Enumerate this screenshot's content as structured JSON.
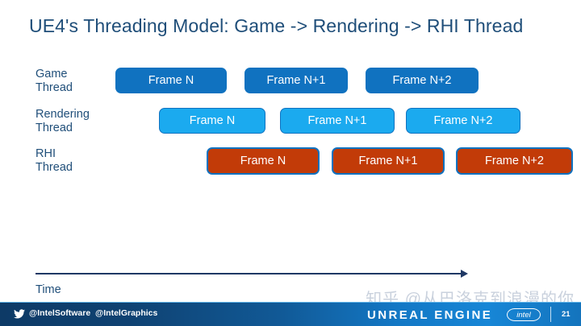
{
  "slide": {
    "title": "UE4's Threading Model: Game -> Rendering -> RHI Thread",
    "title_color": "#1F4E79",
    "background": "#ffffff"
  },
  "diagram": {
    "rows": [
      {
        "id": "game-thread",
        "label": "Game\nThread",
        "fill_color": "#1072C0",
        "border_color": "#1072C0",
        "boxes": [
          {
            "label": "Frame N"
          },
          {
            "label": "Frame N+1"
          },
          {
            "label": "Frame N+2"
          }
        ]
      },
      {
        "id": "rendering-thread",
        "label": "Rendering\nThread",
        "fill_color": "#1BAAEF",
        "border_color": "#1072C0",
        "boxes": [
          {
            "label": "Frame N"
          },
          {
            "label": "Frame N+1"
          },
          {
            "label": "Frame N+2"
          }
        ]
      },
      {
        "id": "rhi-thread",
        "label": "RHI\nThread",
        "fill_color": "#C23B08",
        "border_color": "#1072C0",
        "boxes": [
          {
            "label": "Frame N"
          },
          {
            "label": "Frame N+1"
          },
          {
            "label": "Frame N+2"
          }
        ]
      }
    ],
    "axis": {
      "label": "Time",
      "color": "#1F3864",
      "direction": "right"
    }
  },
  "watermark": {
    "text": "知乎 @从巴洛克到浪漫的你"
  },
  "footer": {
    "twitter_icon": "twitter-bird-icon",
    "handles": [
      "@IntelSoftware",
      "@IntelGraphics"
    ],
    "unreal_engine_logo": "UNREAL ENGINE",
    "intel_logo": "intel",
    "page_number": "21"
  }
}
